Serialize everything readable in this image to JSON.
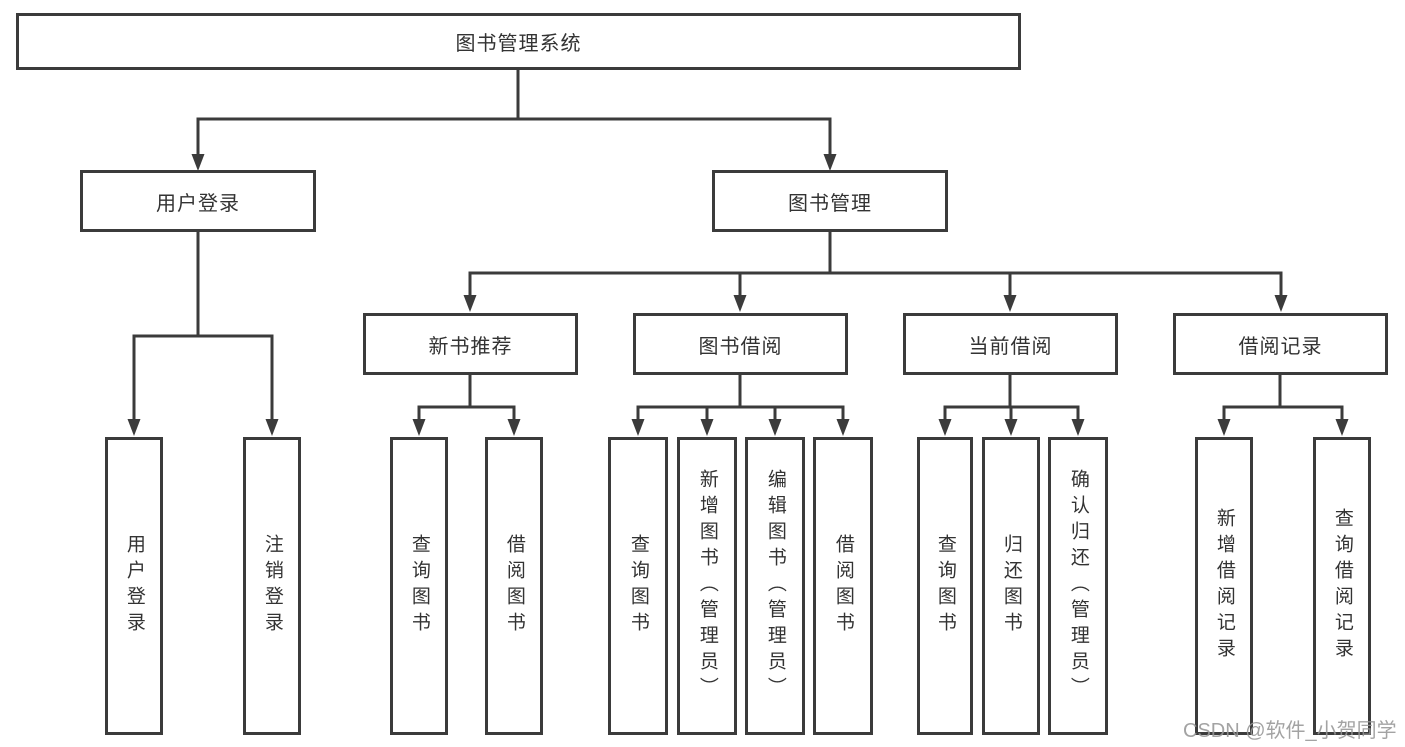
{
  "diagram": {
    "root": {
      "label": "图书管理系统"
    },
    "level2": [
      {
        "label": "用户登录",
        "children": [
          {
            "label": "用户登录"
          },
          {
            "label": "注销登录"
          }
        ]
      },
      {
        "label": "图书管理",
        "children": [
          {
            "label": "新书推荐",
            "children": [
              {
                "label": "查询图书"
              },
              {
                "label": "借阅图书"
              }
            ]
          },
          {
            "label": "图书借阅",
            "children": [
              {
                "label": "查询图书"
              },
              {
                "label": "新增图书（管理员）"
              },
              {
                "label": "编辑图书（管理员）"
              },
              {
                "label": "借阅图书"
              }
            ]
          },
          {
            "label": "当前借阅",
            "children": [
              {
                "label": "查询图书"
              },
              {
                "label": "归还图书"
              },
              {
                "label": "确认归还（管理员）"
              }
            ]
          },
          {
            "label": "借阅记录",
            "children": [
              {
                "label": "新增借阅记录"
              },
              {
                "label": "查询借阅记录"
              }
            ]
          }
        ]
      }
    ]
  },
  "watermark": {
    "text": "CSDN @软件_小贺同学"
  },
  "colors": {
    "line": "#3b3b3b",
    "box_border": "#3b3b3b",
    "text": "#333333",
    "watermark": "#969696",
    "background": "#ffffff"
  }
}
